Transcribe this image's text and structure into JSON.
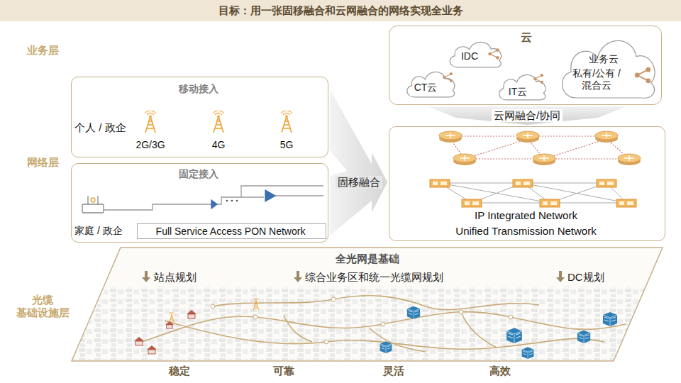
{
  "diagram": {
    "title": "目标：用一张固移融合和云网融合的网络实现全业务",
    "nodes": [
      {
        "text": [
          "云"
        ]
      },
      {
        "text": [
          "IDC"
        ],
        "in": 0
      },
      {
        "text": [
          "CT云"
        ],
        "in": 0
      },
      {
        "text": [
          "IT云"
        ],
        "in": 0
      },
      {
        "text": [
          "业务云",
          "私有/公有 /混合云"
        ],
        "in": 0
      },
      {
        "text": [
          "移动接入",
          "个人 / 政企"
        ]
      },
      {
        "text": [
          "固定接入",
          "家庭 / 政企"
        ]
      },
      {
        "text": [
          "Full Service Access PON Network"
        ],
        "in": 6
      },
      {
        "text": [
          "IP Integrated Network",
          "Unified Transmission Network"
        ]
      },
      {
        "text": [
          "全光网是基础",
          "站点规划",
          "综合业务区和统一光缆网规划",
          "DC规划"
        ]
      }
    ],
    "edges": [
      {
        "from": 5,
        "to": 8,
        "arrow": "to",
        "label": "固移融合"
      },
      {
        "from": 6,
        "to": 8,
        "arrow": "to"
      },
      {
        "from": 0,
        "to": 8,
        "arrow": "to",
        "label": "云网融合/协同"
      }
    ],
    "labels": [
      "业务层",
      "网络层",
      "光缆 基础设施层",
      "2G/3G",
      "4G",
      "5G",
      "稳定",
      "可靠",
      "灵活",
      "高效"
    ]
  }
}
